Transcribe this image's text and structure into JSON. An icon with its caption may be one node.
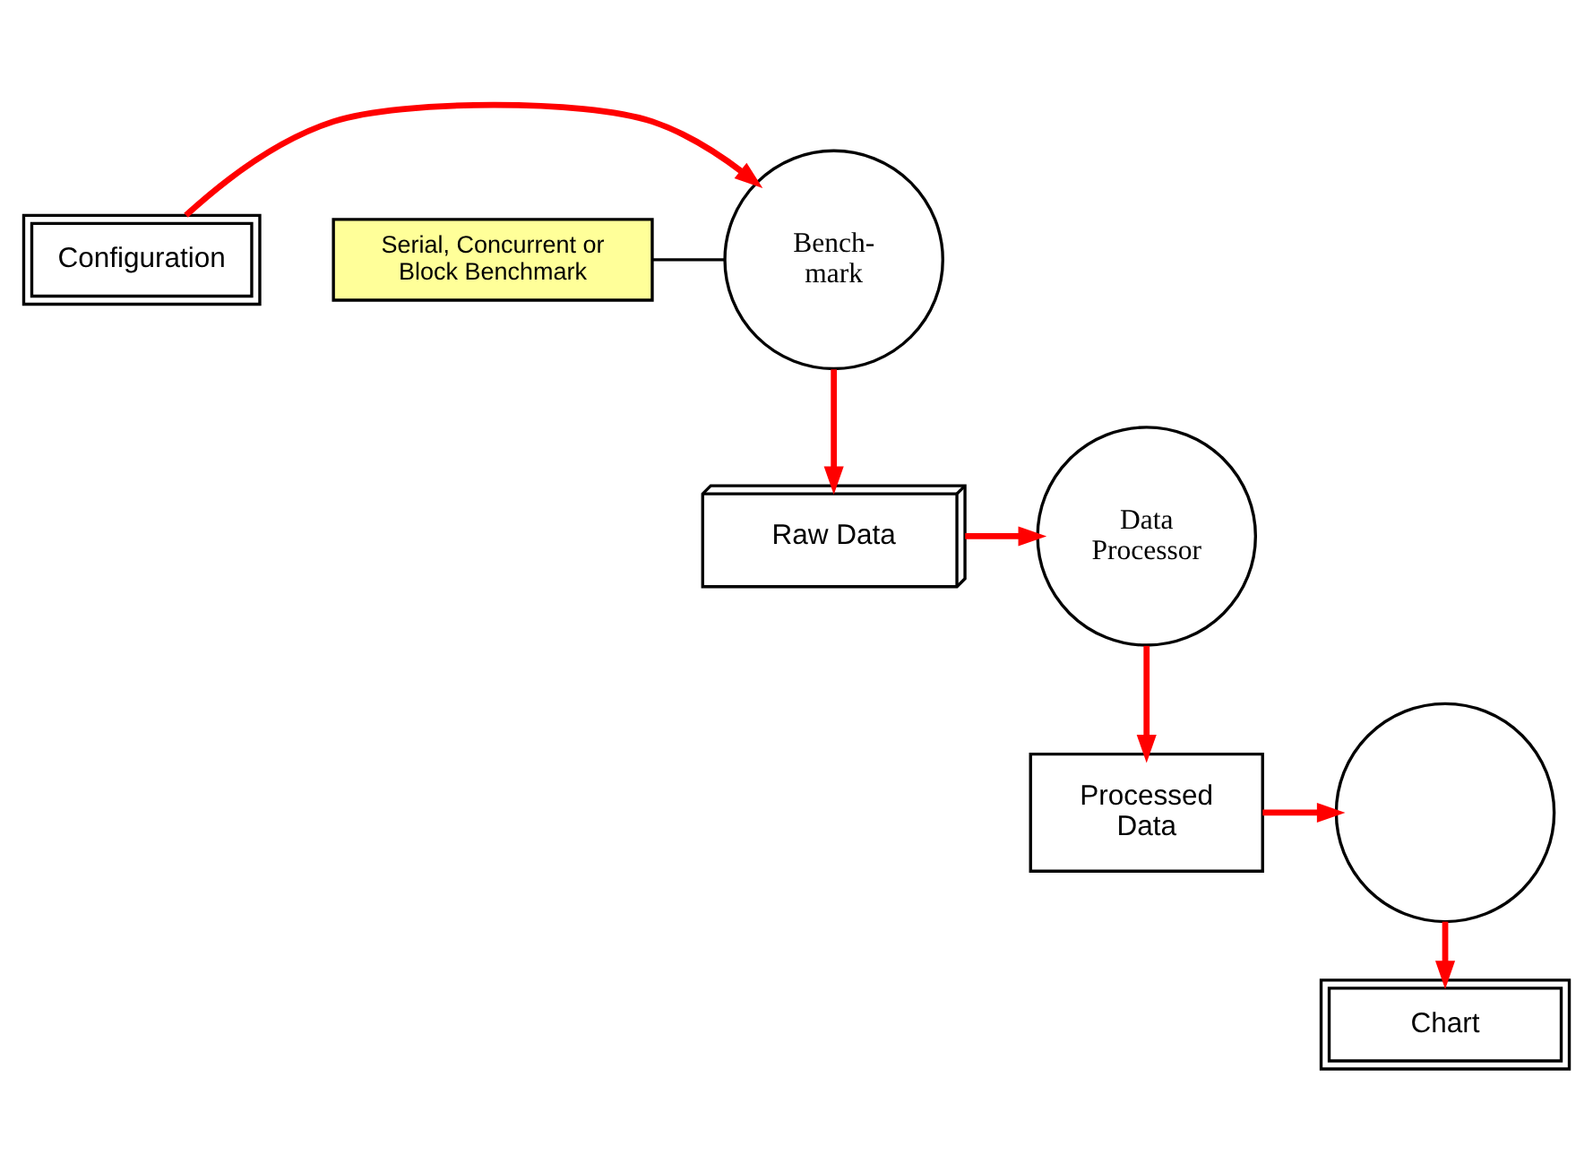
{
  "diagram": {
    "nodes": [
      {
        "text": [
          "Configuration"
        ]
      },
      {
        "text": [
          "Bench- mark"
        ]
      },
      {
        "text": [
          "Serial, Concurrent or Block Benchmark"
        ]
      },
      {
        "text": [
          "Raw Data"
        ]
      },
      {
        "text": [
          "Data Processor"
        ]
      },
      {
        "text": [
          "Processed Data"
        ]
      },
      {
        "text": [],
        "shape": "circle"
      },
      {
        "text": [
          "Chart"
        ]
      }
    ],
    "edges": [
      {
        "from": 0,
        "to": 1,
        "arrow": "to"
      },
      {
        "from": 2,
        "to": 1,
        "arrow": "none",
        "color": "#000000"
      },
      {
        "from": 1,
        "to": 3,
        "arrow": "to"
      },
      {
        "from": 3,
        "to": 4,
        "arrow": "to"
      },
      {
        "from": 4,
        "to": 5,
        "arrow": "to"
      },
      {
        "from": 5,
        "to": 6,
        "arrow": "to"
      },
      {
        "from": 6,
        "to": 7,
        "arrow": "to"
      }
    ]
  }
}
